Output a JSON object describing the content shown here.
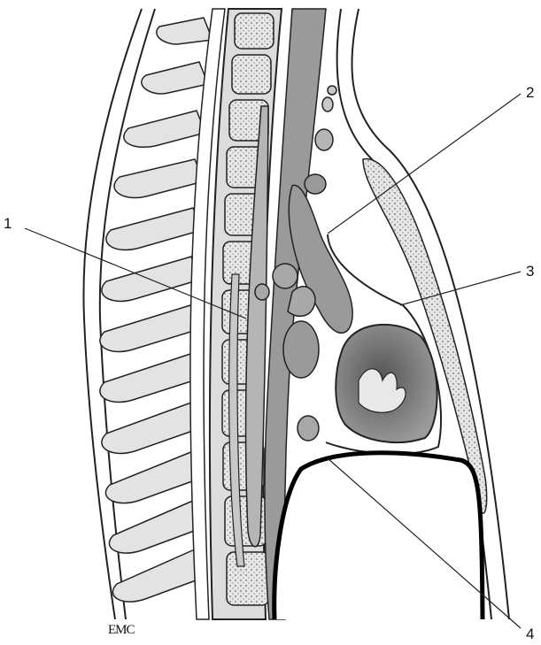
{
  "labels": {
    "l1": "1",
    "l2": "2",
    "l3": "3",
    "l4": "4"
  },
  "brand": "EMC",
  "colors": {
    "background": "#ffffff",
    "outline": "#222222",
    "bone": "#d9d9d9",
    "dark_gray": "#8a8a8a",
    "mid_gray": "#a8a8a8",
    "black": "#000000"
  }
}
